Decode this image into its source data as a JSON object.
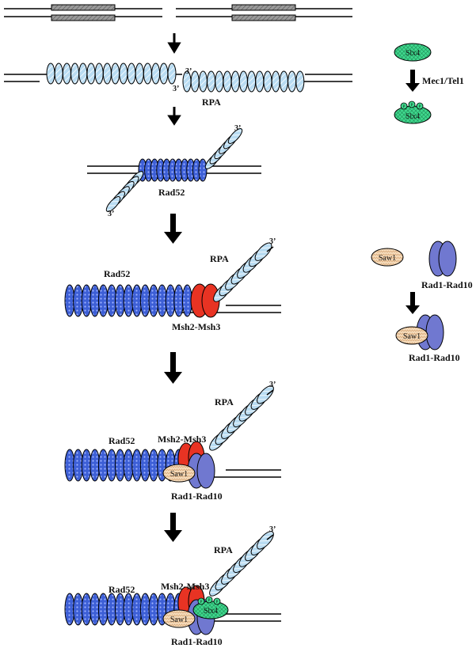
{
  "labels": {
    "three_prime": "3’",
    "rpa": "RPA",
    "rad52": "Rad52",
    "msh2_msh3": "Msh2-Msh3",
    "rad1_rad10": "Rad1-Rad10",
    "mec1_tel1": "Mec1/Tel1",
    "slx4": "Slx4",
    "saw1": "Saw1",
    "phospho": "P"
  },
  "colors": {
    "rpa": "#b9dcf2",
    "rad52": "#3d5fd6",
    "msh2_msh3": "#e83323",
    "rad1_rad10": "#7078d0",
    "saw1": "#f5dcbc",
    "slx4": "#3fd98e",
    "dna": "#000000",
    "arrow": "#000000"
  }
}
